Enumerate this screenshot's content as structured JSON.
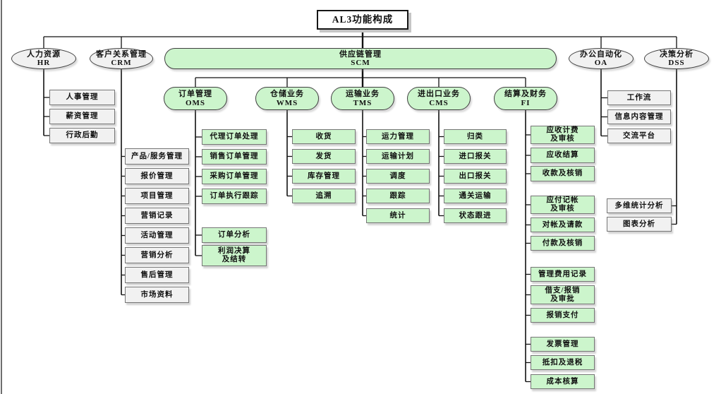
{
  "diagram": {
    "title": "AL3功能构成",
    "palette": {
      "green_fill": "#ccf5cc",
      "gray_fill": "#f1f1f1",
      "white_fill": "#ffffff",
      "rect_border": "#767676",
      "shape_border": "#3f3f3f",
      "shadow": "#c6c6c6",
      "line": "#111111",
      "text": "#101010"
    },
    "branches": [
      {
        "id": "hr",
        "label": "人力资源",
        "sublabel": "HR",
        "style": "gray",
        "children": [
          [
            "人事管理"
          ],
          [
            "薪资管理"
          ],
          [
            "行政后勤"
          ]
        ]
      },
      {
        "id": "crm",
        "label": "客户关系管理",
        "sublabel": "CRM",
        "style": "gray",
        "children": [
          [
            "产品/服务管理"
          ],
          [
            "报价管理"
          ],
          [
            "项目管理"
          ],
          [
            "营销记录"
          ],
          [
            "活动管理"
          ],
          [
            "营销分析"
          ],
          [
            "售后管理"
          ],
          [
            "市场资料"
          ]
        ]
      },
      {
        "id": "scm",
        "label": "供应链管理",
        "sublabel": "SCM",
        "style": "green",
        "subgroups": [
          {
            "id": "oms",
            "label": "订单管理",
            "sublabel": "OMS",
            "children": [
              [
                "代理订单处理"
              ],
              [
                "销售订单管理"
              ],
              [
                "采购订单管理"
              ],
              [
                "订单执行跟踪"
              ],
              [
                "订单分析"
              ],
              [
                "利润决算",
                "及结转"
              ]
            ]
          },
          {
            "id": "wms",
            "label": "仓储业务",
            "sublabel": "WMS",
            "children": [
              [
                "收货"
              ],
              [
                "发货"
              ],
              [
                "库存管理"
              ],
              [
                "追溯"
              ]
            ]
          },
          {
            "id": "tms",
            "label": "运输业务",
            "sublabel": "TMS",
            "children": [
              [
                "运力管理"
              ],
              [
                "运输计划"
              ],
              [
                "调度"
              ],
              [
                "跟踪"
              ],
              [
                "统计"
              ]
            ]
          },
          {
            "id": "cms",
            "label": "进出口业务",
            "sublabel": "CMS",
            "children": [
              [
                "归类"
              ],
              [
                "进口报关"
              ],
              [
                "出口报关"
              ],
              [
                "通关运输"
              ],
              [
                "状态跟进"
              ]
            ]
          },
          {
            "id": "fi",
            "label": "结算及财务",
            "sublabel": "FI",
            "children": [
              [
                "应收计费",
                "及审核"
              ],
              [
                "应收结算"
              ],
              [
                "收款及核销"
              ],
              [
                "应付记帐",
                "及审核"
              ],
              [
                "对帐及请款"
              ],
              [
                "付款及核销"
              ],
              [
                "管理费用记录"
              ],
              [
                "借支/报销",
                "及审批"
              ],
              [
                "报销支付"
              ],
              [
                "发票管理"
              ],
              [
                "抵扣及退税"
              ],
              [
                "成本核算"
              ]
            ]
          }
        ]
      },
      {
        "id": "oa",
        "label": "办公自动化",
        "sublabel": "OA",
        "style": "gray",
        "children": [
          [
            "工作流"
          ],
          [
            "信息内容管理"
          ],
          [
            "交流平台"
          ]
        ]
      },
      {
        "id": "dss",
        "label": "决策分析",
        "sublabel": "DSS",
        "style": "gray",
        "children": [
          [
            "多维统计分析"
          ],
          [
            "图表分析"
          ]
        ]
      }
    ]
  }
}
